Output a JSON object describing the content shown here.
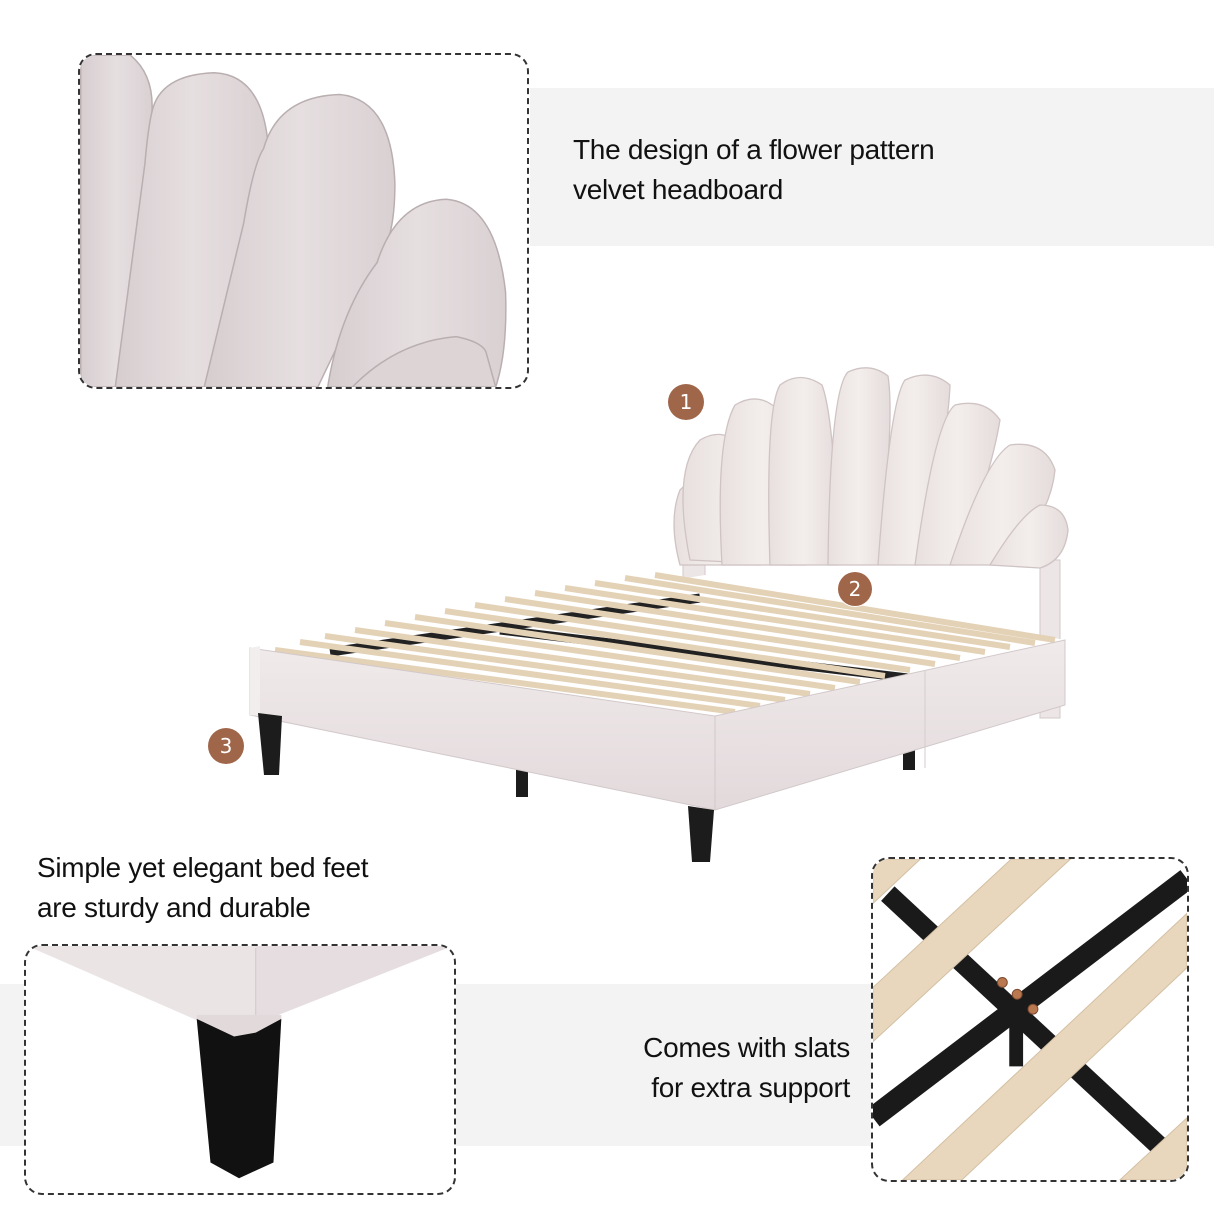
{
  "features": [
    {
      "id": 1,
      "caption_lines": [
        "The design of a flower pattern",
        "velvet headboard"
      ],
      "badge": "1"
    },
    {
      "id": 2,
      "caption_lines": [
        "Comes with slats",
        "for extra support"
      ],
      "badge": "2"
    },
    {
      "id": 3,
      "caption_lines": [
        "Simple yet elegant bed feet",
        "are sturdy and durable"
      ],
      "badge": "3"
    }
  ],
  "colors": {
    "badge": "#a0664a",
    "band": "#f3f3f3",
    "upholstery": "#e9e1e2",
    "wood": "#e6d3b8",
    "metal": "#1a1a1a",
    "text": "#111111"
  }
}
